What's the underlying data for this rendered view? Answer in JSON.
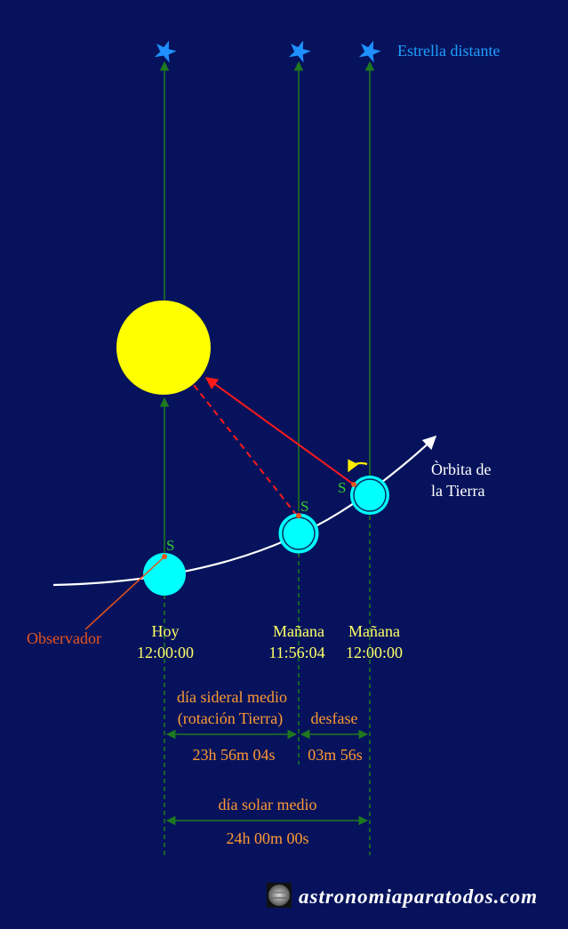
{
  "colors": {
    "background": "#06135c",
    "sun": "#ffff00",
    "earth": "#00ffff",
    "star": "#1e90ff",
    "star_label": "#1e9fff",
    "green_line": "#1f7a1f",
    "s_label": "#33cc33",
    "red": "#ff1a1a",
    "observer": "#e8541e",
    "time_label": "#ffff66",
    "interval_label": "#ff9933",
    "orbit": "#ffffff",
    "rotation_arrow": "#ffee00"
  },
  "labels": {
    "star": "Estrella distante",
    "orbit_line1": "Òrbita de",
    "orbit_line2": "la Tierra",
    "observer": "Observador",
    "s_marker": "S"
  },
  "positions": [
    {
      "day": "Hoy",
      "time": "12:00:00"
    },
    {
      "day": "Mañana",
      "time": "11:56:04"
    },
    {
      "day": "Mañana",
      "time": "12:00:00"
    }
  ],
  "intervals": {
    "sidereal_line1": "día sideral medio",
    "sidereal_line2": "(rotación Tierra)",
    "sidereal_value": "23h 56m 04s",
    "offset_label": "desfase",
    "offset_value": "03m 56s",
    "solar_label": "día solar medio",
    "solar_value": "24h 00m 00s"
  },
  "logo": {
    "text": "astronomiaparatodos.com"
  }
}
